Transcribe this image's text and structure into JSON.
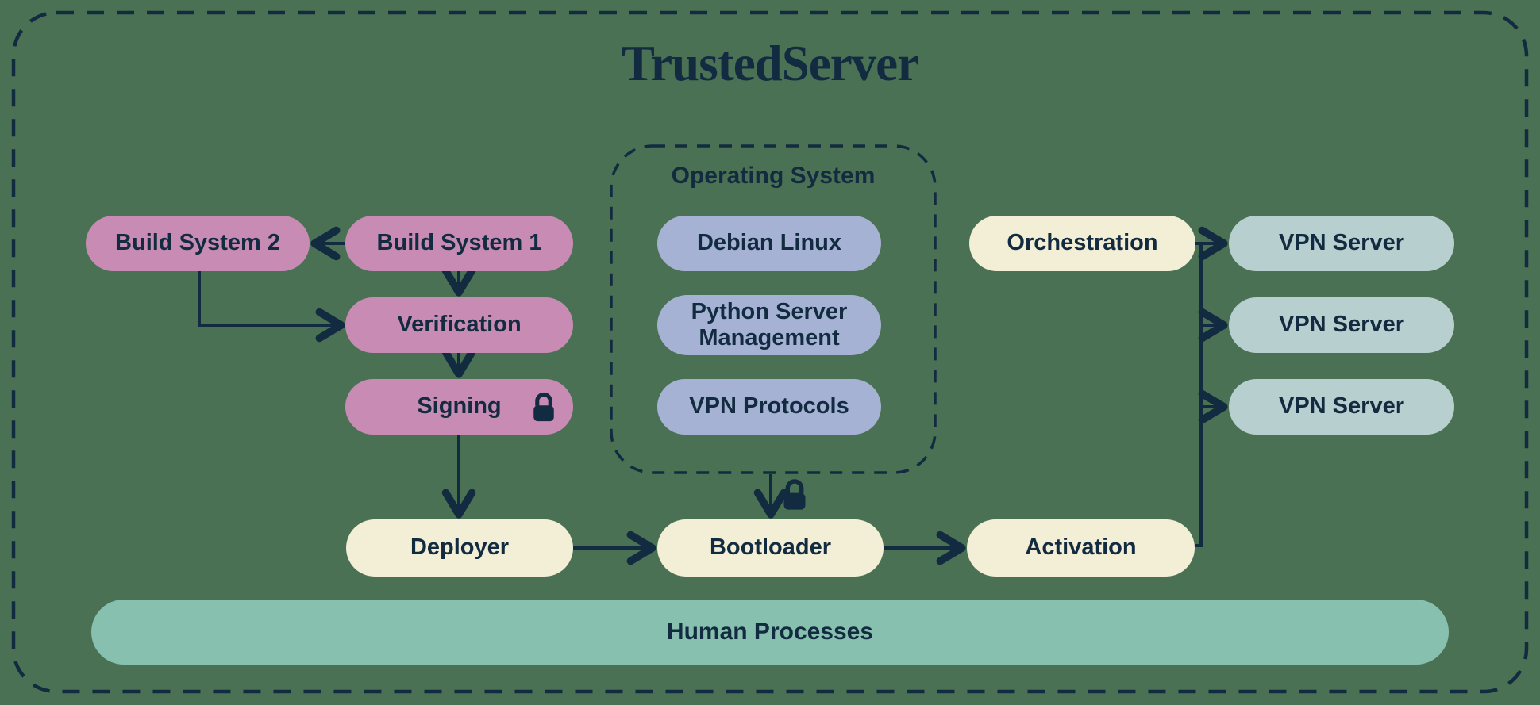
{
  "title": "TrustedServer",
  "os_group": {
    "label": "Operating System"
  },
  "nodes": {
    "build_system_2": {
      "label": "Build System 2"
    },
    "build_system_1": {
      "label": "Build System 1"
    },
    "verification": {
      "label": "Verification"
    },
    "signing": {
      "label": "Signing",
      "icon": "lock-icon"
    },
    "debian_linux": {
      "label": "Debian Linux"
    },
    "python_server_management": {
      "label": "Python Server Management"
    },
    "vpn_protocols": {
      "label": "VPN Protocols"
    },
    "orchestration": {
      "label": "Orchestration"
    },
    "deployer": {
      "label": "Deployer"
    },
    "bootloader": {
      "label": "Bootloader",
      "input_icon": "lock-icon"
    },
    "activation": {
      "label": "Activation"
    },
    "vpn_server_1": {
      "label": "VPN Server"
    },
    "vpn_server_2": {
      "label": "VPN Server"
    },
    "vpn_server_3": {
      "label": "VPN Server"
    }
  },
  "human_bar": {
    "label": "Human Processes"
  },
  "edges": [
    {
      "from": "build_system_1",
      "to": "build_system_2"
    },
    {
      "from": "build_system_1",
      "to": "verification"
    },
    {
      "from": "build_system_2",
      "to": "verification"
    },
    {
      "from": "verification",
      "to": "signing"
    },
    {
      "from": "signing",
      "to": "deployer"
    },
    {
      "from": "deployer",
      "to": "bootloader"
    },
    {
      "from": "operating_system",
      "to": "bootloader",
      "icon": "lock-icon"
    },
    {
      "from": "bootloader",
      "to": "activation"
    },
    {
      "from": "orchestration",
      "to": "vpn_server_1"
    },
    {
      "from": "orchestration",
      "to": "vpn_server_2"
    },
    {
      "from": "orchestration",
      "to": "vpn_server_3"
    },
    {
      "from": "activation",
      "to": "vpn_server_1"
    },
    {
      "from": "activation",
      "to": "vpn_server_2"
    },
    {
      "from": "activation",
      "to": "vpn_server_3"
    }
  ],
  "colors": {
    "background": "#4a7153",
    "ink": "#132b40",
    "pink": "#c88cb4",
    "periwinkle": "#a6b2d4",
    "cream": "#f3eed6",
    "teal_light": "#b7cfce",
    "teal_bar": "#87c0af"
  }
}
